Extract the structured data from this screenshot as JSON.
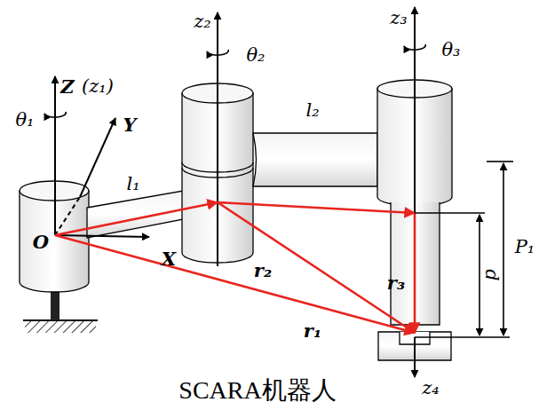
{
  "diagram": {
    "caption": "SCARA机器人",
    "labels": [
      "Z",
      "(z₁)",
      "θ₁",
      "Y",
      "O",
      "X",
      "l₁",
      "z₂",
      "θ₂",
      "l₂",
      "z₃",
      "θ₃",
      "r₂",
      "r₃",
      "r₁",
      "d",
      "P₁",
      "z₄"
    ]
  }
}
